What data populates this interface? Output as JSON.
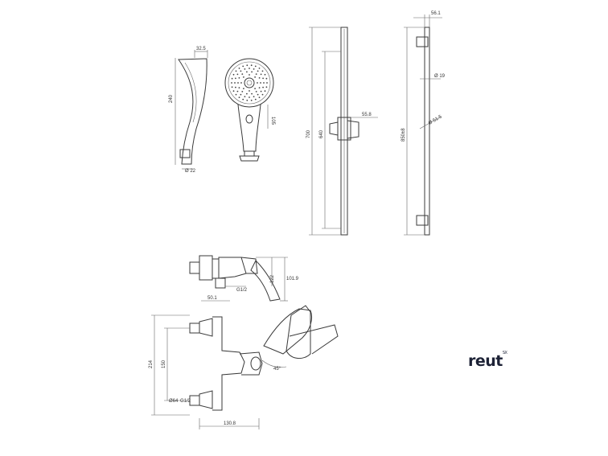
{
  "brand": {
    "name": "reut",
    "mark": "SX"
  },
  "dimensions": {
    "rail_length": "700",
    "slider_travel": "640",
    "slider_width": "55.8",
    "rail_total": "850±8",
    "bracket_top": "56.1",
    "rail_diameter": "Ø 19",
    "bracket_diameter": "Ø 51.5",
    "handle_length": "240",
    "handle_top": "32.5",
    "handle_bottom": "Ø 22",
    "head_width": "105",
    "mixer_height": "101.9",
    "mixer_total": "122",
    "mixer_thread": "G1/2",
    "mixer_offset": "50.1",
    "front_height": "214",
    "front_spacing": "150",
    "front_diameter": "Ø64",
    "front_thread": "G1/2",
    "front_width": "130.8",
    "lever_angle": "45°"
  }
}
